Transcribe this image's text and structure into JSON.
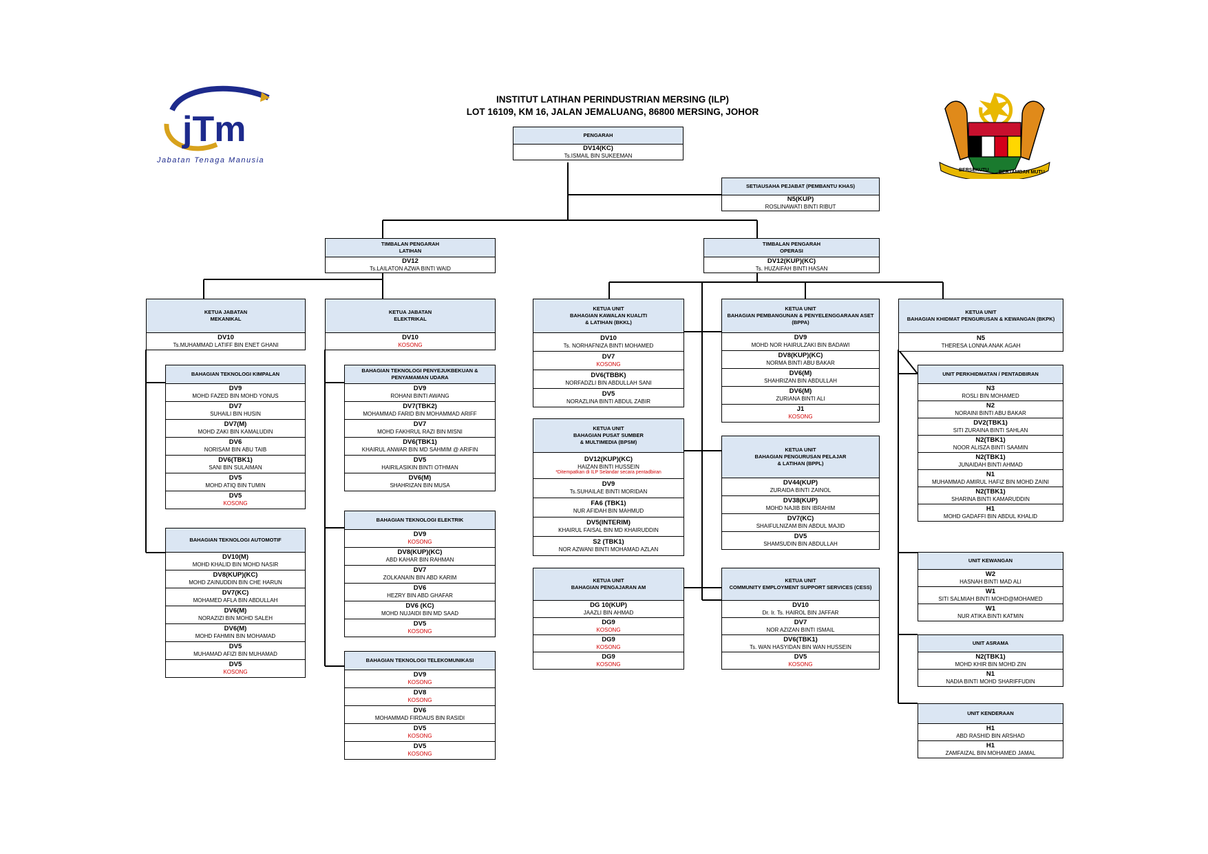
{
  "header": {
    "title_line1": "INSTITUT LATIHAN PERINDUSTRIAN MERSING (ILP)",
    "title_line2": "LOT 16109, KM 16, JALAN JEMALUANG, 86800 MERSING, JOHOR"
  },
  "logos": {
    "jtm_text": "jTm",
    "jtm_caption": "Jabatan Tenaga Manusia",
    "crest_motto_left": "BERSEKUTU",
    "crest_motto_right": "BERTAMBAH MUTU",
    "colors": {
      "jtm_blue": "#1d2a8c",
      "jtm_gold": "#d8a21c"
    }
  },
  "colors": {
    "box_header": "#dbe6f3",
    "kosong": "#d00000",
    "line": "#000000"
  },
  "boxes": [
    {
      "id": "pengarah",
      "title": "PENGARAH",
      "rows": [
        {
          "code": "DV14(KC)",
          "name": "Ts.ISMAIL BIN SUKEEMAN"
        }
      ]
    },
    {
      "id": "setiausaha",
      "title": "SETIAUSAHA PEJABAT (PEMBANTU KHAS)",
      "rows": [
        {
          "code": "N5(KUP)",
          "name": "ROSLINAWATI BINTI RIBUT"
        }
      ]
    },
    {
      "id": "tp-latihan",
      "title": "TIMBALAN PENGARAH\nLATIHAN",
      "rows": [
        {
          "code": "DV12",
          "name": "Ts.LAILATON AZWA BINTI WAID"
        }
      ]
    },
    {
      "id": "tp-operasi",
      "title": "TIMBALAN PENGARAH\nOPERASI",
      "rows": [
        {
          "code": "DV12(KUP)(KC)",
          "name": "Ts. HUZAIFAH BINTI HASAN"
        }
      ]
    },
    {
      "id": "kj-mekanikal",
      "title": "KETUA JABATAN\nMEKANIKAL",
      "rows": [
        {
          "code": "DV10",
          "name": "Ts.MUHAMMAD LATIFF BIN ENET GHANI"
        }
      ]
    },
    {
      "id": "kj-elektrikal",
      "title": "KETUA JABATAN\nELEKTRIKAL",
      "rows": [
        {
          "code": "DV10",
          "name": "KOSONG"
        }
      ]
    },
    {
      "id": "btk",
      "title": "BAHAGIAN TEKNOLOGI KIMPALAN",
      "rows": [
        {
          "code": "DV9",
          "name": "MOHD FAZED BIN MOHD YONUS"
        },
        {
          "code": "DV7",
          "name": "SUHAILI BIN HUSIN"
        },
        {
          "code": "DV7(M)",
          "name": "MOHD ZAKI BIN KAMALUDIN"
        },
        {
          "code": "DV6",
          "name": "NORISAM BIN ABU TAIB"
        },
        {
          "code": "DV6(TBK1)",
          "name": "SANI BIN SULAIMAN"
        },
        {
          "code": "DV5",
          "name": "MOHD ATIQ BIN TUMIN"
        },
        {
          "code": "DV5",
          "name": "KOSONG"
        }
      ]
    },
    {
      "id": "bta",
      "title": "BAHAGIAN TEKNOLOGI AUTOMOTIF",
      "rows": [
        {
          "code": "DV10(M)",
          "name": "MOHD KHALID BIN MOHD NASIR"
        },
        {
          "code": "DV8(KUP)(KC)",
          "name": "MOHD ZAINUDDIN BIN CHE HARUN"
        },
        {
          "code": "DV7(KC)",
          "name": "MOHAMED AFLA BIN ABDULLAH"
        },
        {
          "code": "DV6(M)",
          "name": "NORAZIZI BIN MOHD SALEH"
        },
        {
          "code": "DV6(M)",
          "name": "MOHD FAHMIN BIN MOHAMAD"
        },
        {
          "code": "DV5",
          "name": "MUHAMAD AFIZI BIN MUHAMAD"
        },
        {
          "code": "DV5",
          "name": "KOSONG"
        }
      ]
    },
    {
      "id": "btpp",
      "title": "BAHAGIAN TEKNOLOGI PENYEJUKBEKUAN &\nPENYAMAMAN UDARA",
      "rows": [
        {
          "code": "DV9",
          "name": "ROHANI BINTI AWANG"
        },
        {
          "code": "DV7(TBK2)",
          "name": "MOHAMMAD FARID BIN MOHAMMAD ARIFF"
        },
        {
          "code": "DV7",
          "name": "MOHD FAKHRUL RAZI BIN MISNI"
        },
        {
          "code": "DV6(TBK1)",
          "name": "KHAIRUL ANWAR BIN MD SAHMIM @ ARIFIN"
        },
        {
          "code": "DV5",
          "name": "HAIRILASIKIN BINTI OTHMAN"
        },
        {
          "code": "DV6(M)",
          "name": "SHAHRIZAN BIN MUSA"
        }
      ]
    },
    {
      "id": "bte",
      "title": "BAHAGIAN TEKNOLOGI ELEKTRIK",
      "rows": [
        {
          "code": "DV9",
          "name": "KOSONG"
        },
        {
          "code": "DV8(KUP)(KC)",
          "name": "ABD KAHAR BIN RAHMAN"
        },
        {
          "code": "DV7",
          "name": "ZOLKANAIN BIN ABD KARIM"
        },
        {
          "code": "DV6",
          "name": "HEZRY BIN ABD GHAFAR"
        },
        {
          "code": "DV6 (KC)",
          "name": "MOHD NUJAIDI BIN MD SAAD"
        },
        {
          "code": "DV5",
          "name": "KOSONG"
        }
      ]
    },
    {
      "id": "btt",
      "title": "BAHAGIAN TEKNOLOGI TELEKOMUNIKASI",
      "rows": [
        {
          "code": "DV9",
          "name": "KOSONG"
        },
        {
          "code": "DV8",
          "name": "KOSONG"
        },
        {
          "code": "DV6",
          "name": "MOHAMMAD FIRDAUS BIN RASIDI"
        },
        {
          "code": "DV5",
          "name": "KOSONG"
        },
        {
          "code": "DV5",
          "name": "KOSONG"
        }
      ]
    },
    {
      "id": "bkkl",
      "title": "KETUA UNIT\nBAHAGIAN KAWALAN KUALITI\n& LATIHAN (BKKL)",
      "rows": [
        {
          "code": "DV10",
          "name": "Ts. NORHAFNIZA BINTI MOHAMED"
        },
        {
          "code": "DV7",
          "name": "KOSONG"
        },
        {
          "code": "DV6(TBBK)",
          "name": "NORFADZLI BIN ABDULLAH SANI"
        },
        {
          "code": "DV5",
          "name": "NORAZLINA BINTI ABDUL ZABIR"
        }
      ]
    },
    {
      "id": "bpsm",
      "title": "KETUA UNIT\nBAHAGIAN PUSAT SUMBER\n& MULTIMEDIA (BPSM)",
      "rows": [
        {
          "code": "DV12(KUP)(KC)",
          "name": "HAIZAN BINTI HUSSEIN",
          "note": "*Ditempatkan di ILP Selandar secara pentadbiran"
        },
        {
          "code": "DV9",
          "name": "Ts.SUHAILAE BINTI MORIDAN"
        },
        {
          "code": "FA6 (TBK1)",
          "name": "NUR AFIDAH BIN MAHMUD"
        },
        {
          "code": "DV5(INTERIM)",
          "name": "KHAIRUL FAISAL BIN MD KHAIRUDDIN"
        },
        {
          "code": "S2 (TBK1)",
          "name": "NOR AZWANI BINTI MOHAMAD AZLAN"
        }
      ]
    },
    {
      "id": "bp",
      "title": "KETUA UNIT\nBAHAGIAN PENGAJARAN AM",
      "rows": [
        {
          "code": "DG 10(KUP)",
          "name": "JAAZLI BIN AHMAD"
        },
        {
          "code": "DG9",
          "name": "KOSONG"
        },
        {
          "code": "DG9",
          "name": "KOSONG"
        },
        {
          "code": "DG9",
          "name": "KOSONG"
        }
      ]
    },
    {
      "id": "bppa",
      "title": "KETUA UNIT\nBAHAGIAN PEMBANGUNAN & PENYELENGGARAAN ASET\n(BPPA)",
      "rows": [
        {
          "code": "DV9",
          "name": "MOHD NOR HAIRULZAKI BIN BADAWI"
        },
        {
          "code": "DV8(KUP)(KC)",
          "name": "NORMA BINTI ABU BAKAR"
        },
        {
          "code": "DV6(M)",
          "name": "SHAHRIZAN BIN ABDULLAH"
        },
        {
          "code": "DV6(M)",
          "name": "ZURIANA BINTI ALI"
        },
        {
          "code": "J1",
          "name": "KOSONG"
        }
      ]
    },
    {
      "id": "bppl",
      "title": "KETUA UNIT\nBAHAGIAN PENGURUSAN PELAJAR\n& LATIHAN (BPPL)",
      "rows": [
        {
          "code": "DV44(KUP)",
          "name": "ZURAIDA BINTI ZAINOL"
        },
        {
          "code": "DV38(KUP)",
          "name": "MOHD NAJIB BIN IBRAHIM"
        },
        {
          "code": "DV7(KC)",
          "name": "SHAIFULNIZAM BIN ABDUL MAJID"
        },
        {
          "code": "DV5",
          "name": "SHAMSUDIN BIN ABDULLAH"
        }
      ]
    },
    {
      "id": "cess",
      "title": "KETUA UNIT\nCOMMUNITY EMPLOYMENT SUPPORT SERVICES (CESS)",
      "rows": [
        {
          "code": "DV10",
          "name": "Dr. Ir. Ts. HAIROL BIN JAFFAR"
        },
        {
          "code": "DV7",
          "name": "NOR AZIZAN BINTI ISMAIL"
        },
        {
          "code": "DV6(TBK1)",
          "name": "Ts. WAN HASYIDAN BIN WAN HUSSEIN"
        },
        {
          "code": "DV5",
          "name": "KOSONG"
        }
      ]
    },
    {
      "id": "bkpk",
      "title": "KETUA UNIT\nBAHAGIAN KHIDMAT PENGURUSAN & KEWANGAN (BKPK)",
      "rows": [
        {
          "code": "N5",
          "name": "THERESA LONNA ANAK AGAH"
        }
      ]
    },
    {
      "id": "upp",
      "title": "UNIT PERKHIDMATAN / PENTADBIRAN",
      "rows": [
        {
          "code": "N3",
          "name": "ROSLI BIN MOHAMED"
        },
        {
          "code": "N2",
          "name": "NORAINI BINTI ABU BAKAR"
        },
        {
          "code": "DV2(TBK1)",
          "name": "SITI ZURAINA BINTI SAHLAN"
        },
        {
          "code": "N2(TBK1)",
          "name": "NOOR ALISZA BINTI SAAMIN"
        },
        {
          "code": "N2(TBK1)",
          "name": "JUNAIDAH BINTI AHMAD"
        },
        {
          "code": "N1",
          "name": "MUHAMMAD AMIRUL HAFIZ BIN MOHD ZAINI"
        },
        {
          "code": "N2(TBK1)",
          "name": "SHARINA BINTI KAMARUDDIN"
        },
        {
          "code": "H1",
          "name": "MOHD GADAFFI BIN ABDUL KHALID"
        }
      ]
    },
    {
      "id": "uk",
      "title": "UNIT KEWANGAN",
      "rows": [
        {
          "code": "W2",
          "name": "HASNAH BINTI MAD ALI"
        },
        {
          "code": "W1",
          "name": "SITI SALMIAH BINTI MOHD@MOHAMED"
        },
        {
          "code": "W1",
          "name": "NUR ATIKA BINTI KATMIN"
        }
      ]
    },
    {
      "id": "ua",
      "title": "UNIT ASRAMA",
      "rows": [
        {
          "code": "N2(TBK1)",
          "name": "MOHD KHIR BIN MOHD ZIN"
        },
        {
          "code": "N1",
          "name": "NADIA BINTI MOHD SHARIFFUDIN"
        }
      ]
    },
    {
      "id": "ukd",
      "title": "UNIT KENDERAAN",
      "rows": [
        {
          "code": "H1",
          "name": "ABD RASHID BIN ARSHAD"
        },
        {
          "code": "H1",
          "name": "ZAMFAIZAL BIN MOHAMED JAMAL"
        }
      ]
    }
  ]
}
